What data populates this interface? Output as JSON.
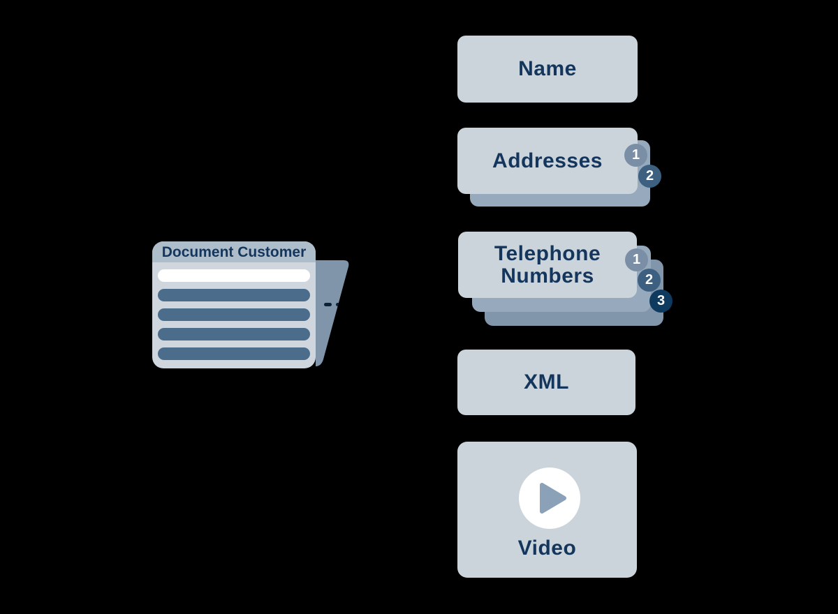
{
  "background": "#000000",
  "palette": {
    "card_light": "#ccd4db",
    "stack_mid": "#97a9bc",
    "stack_dark": "#8296ab",
    "badge_1": "#7a8fa5",
    "badge_2": "#3d6080",
    "badge_3": "#0e3a60",
    "text_navy": "#14365c",
    "doc_body": "#cfd6dd",
    "doc_header": "#aebdca",
    "doc_row_dark": "#4c6c8c",
    "doc_row_white": "#ffffff",
    "doc_fold": "#8095aa",
    "play_triangle": "#8ba1b7",
    "play_circle": "#ffffff"
  },
  "document": {
    "title": "Document Customer",
    "row_count": 5
  },
  "connector": {
    "style": "dashed",
    "visible_dashes": 2
  },
  "cards": {
    "name": {
      "label": "Name"
    },
    "addresses": {
      "label": "Addresses",
      "stack_count": 2,
      "badges": [
        "1",
        "2"
      ]
    },
    "telephone": {
      "label": "Telephone Numbers",
      "stack_count": 3,
      "badges": [
        "1",
        "2",
        "3"
      ]
    },
    "xml": {
      "label": "XML"
    },
    "video": {
      "label": "Video",
      "icon": "play-icon"
    }
  }
}
